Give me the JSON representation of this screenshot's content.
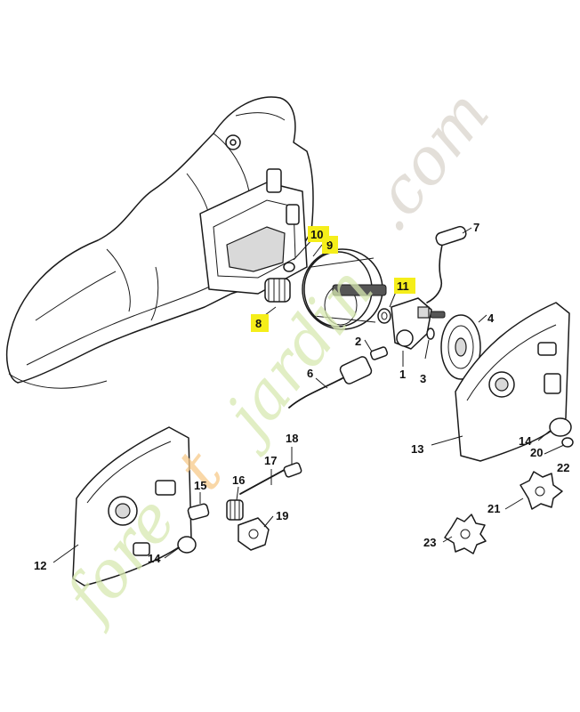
{
  "watermark": {
    "text_fore": "fore",
    "text_t": "t",
    "text_jardin": "jardin",
    "text_com": ".com",
    "color_main": "#d7e8b0",
    "color_accent": "#f7c98a",
    "color_com": "#d9d4cc"
  },
  "highlight_color": "#f5ee1a",
  "callouts": [
    {
      "id": "1",
      "label": "1",
      "highlighted": false
    },
    {
      "id": "2",
      "label": "2",
      "highlighted": false
    },
    {
      "id": "3",
      "label": "3",
      "highlighted": false
    },
    {
      "id": "4",
      "label": "4",
      "highlighted": false
    },
    {
      "id": "6",
      "label": "6",
      "highlighted": false
    },
    {
      "id": "7",
      "label": "7",
      "highlighted": false
    },
    {
      "id": "8",
      "label": "8",
      "highlighted": true
    },
    {
      "id": "9",
      "label": "9",
      "highlighted": true
    },
    {
      "id": "10",
      "label": "10",
      "highlighted": true
    },
    {
      "id": "11",
      "label": "11",
      "highlighted": true
    },
    {
      "id": "12",
      "label": "12",
      "highlighted": false
    },
    {
      "id": "13",
      "label": "13",
      "highlighted": false
    },
    {
      "id": "14a",
      "label": "14",
      "highlighted": false
    },
    {
      "id": "14b",
      "label": "14",
      "highlighted": false
    },
    {
      "id": "15",
      "label": "15",
      "highlighted": false
    },
    {
      "id": "16",
      "label": "16",
      "highlighted": false
    },
    {
      "id": "17",
      "label": "17",
      "highlighted": false
    },
    {
      "id": "18",
      "label": "18",
      "highlighted": false
    },
    {
      "id": "19",
      "label": "19",
      "highlighted": false
    },
    {
      "id": "20",
      "label": "20",
      "highlighted": false
    },
    {
      "id": "21",
      "label": "21",
      "highlighted": false
    },
    {
      "id": "22",
      "label": "22",
      "highlighted": false
    },
    {
      "id": "23",
      "label": "23",
      "highlighted": false
    }
  ]
}
